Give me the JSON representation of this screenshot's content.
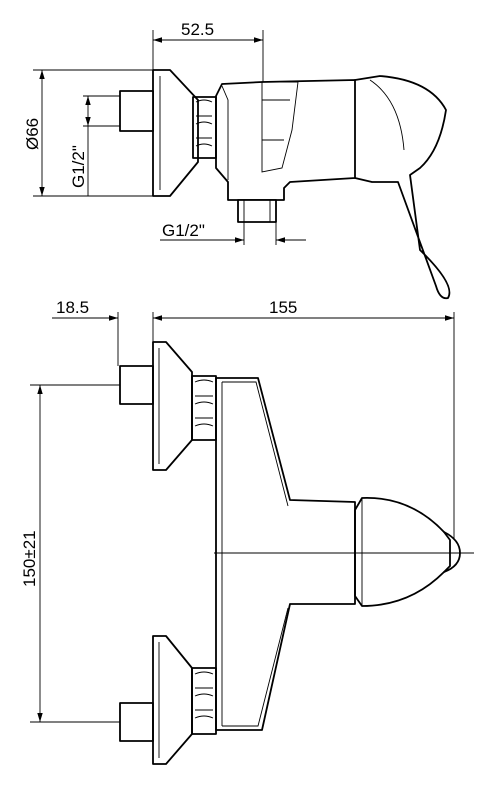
{
  "side_view": {
    "dim_width": "52.5",
    "dim_diameter": "Ø66",
    "dim_inlet_thread": "G1/2\"",
    "dim_outlet_thread": "G1/2\""
  },
  "front_view": {
    "dim_offset": "18.5",
    "dim_length": "155",
    "dim_spacing": "150±21"
  }
}
